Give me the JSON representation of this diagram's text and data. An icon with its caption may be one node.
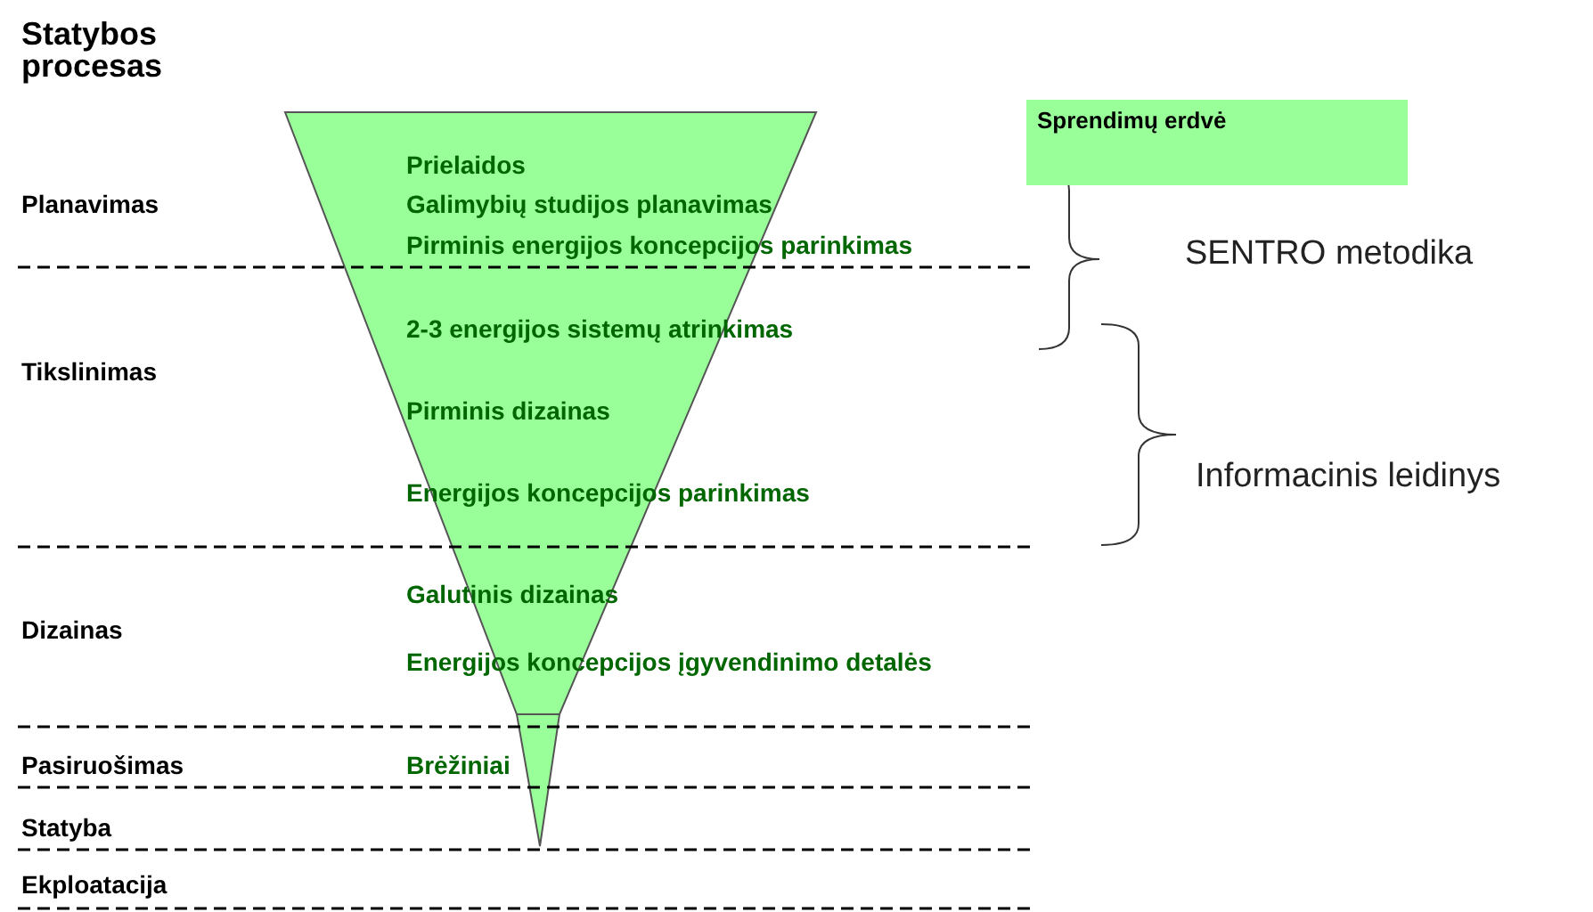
{
  "diagram": {
    "title": "Statybos procesas",
    "labels": [
      "Prielaidos",
      "Planavimas",
      "Galimybių studijos planavimas",
      "Pirminis energijos koncepcijos parinkimas",
      "SENTRO metodika",
      "2-3 energijos sistemų atrinkimas",
      "Tikslinimas",
      "Pirminis dizainas",
      "Informacinis leidinys",
      "Energijos koncepcijos parinkimas",
      "Galutinis dizainas",
      "Dizainas",
      "Energijos koncepcijos įgyvendinimo detalės",
      "Pasiruošimas",
      "Brėžiniai",
      "Statyba",
      "Ekploatacija"
    ],
    "legend": [
      {
        "text": "Sprendimų erdvė",
        "color": "#99ff99"
      }
    ]
  }
}
